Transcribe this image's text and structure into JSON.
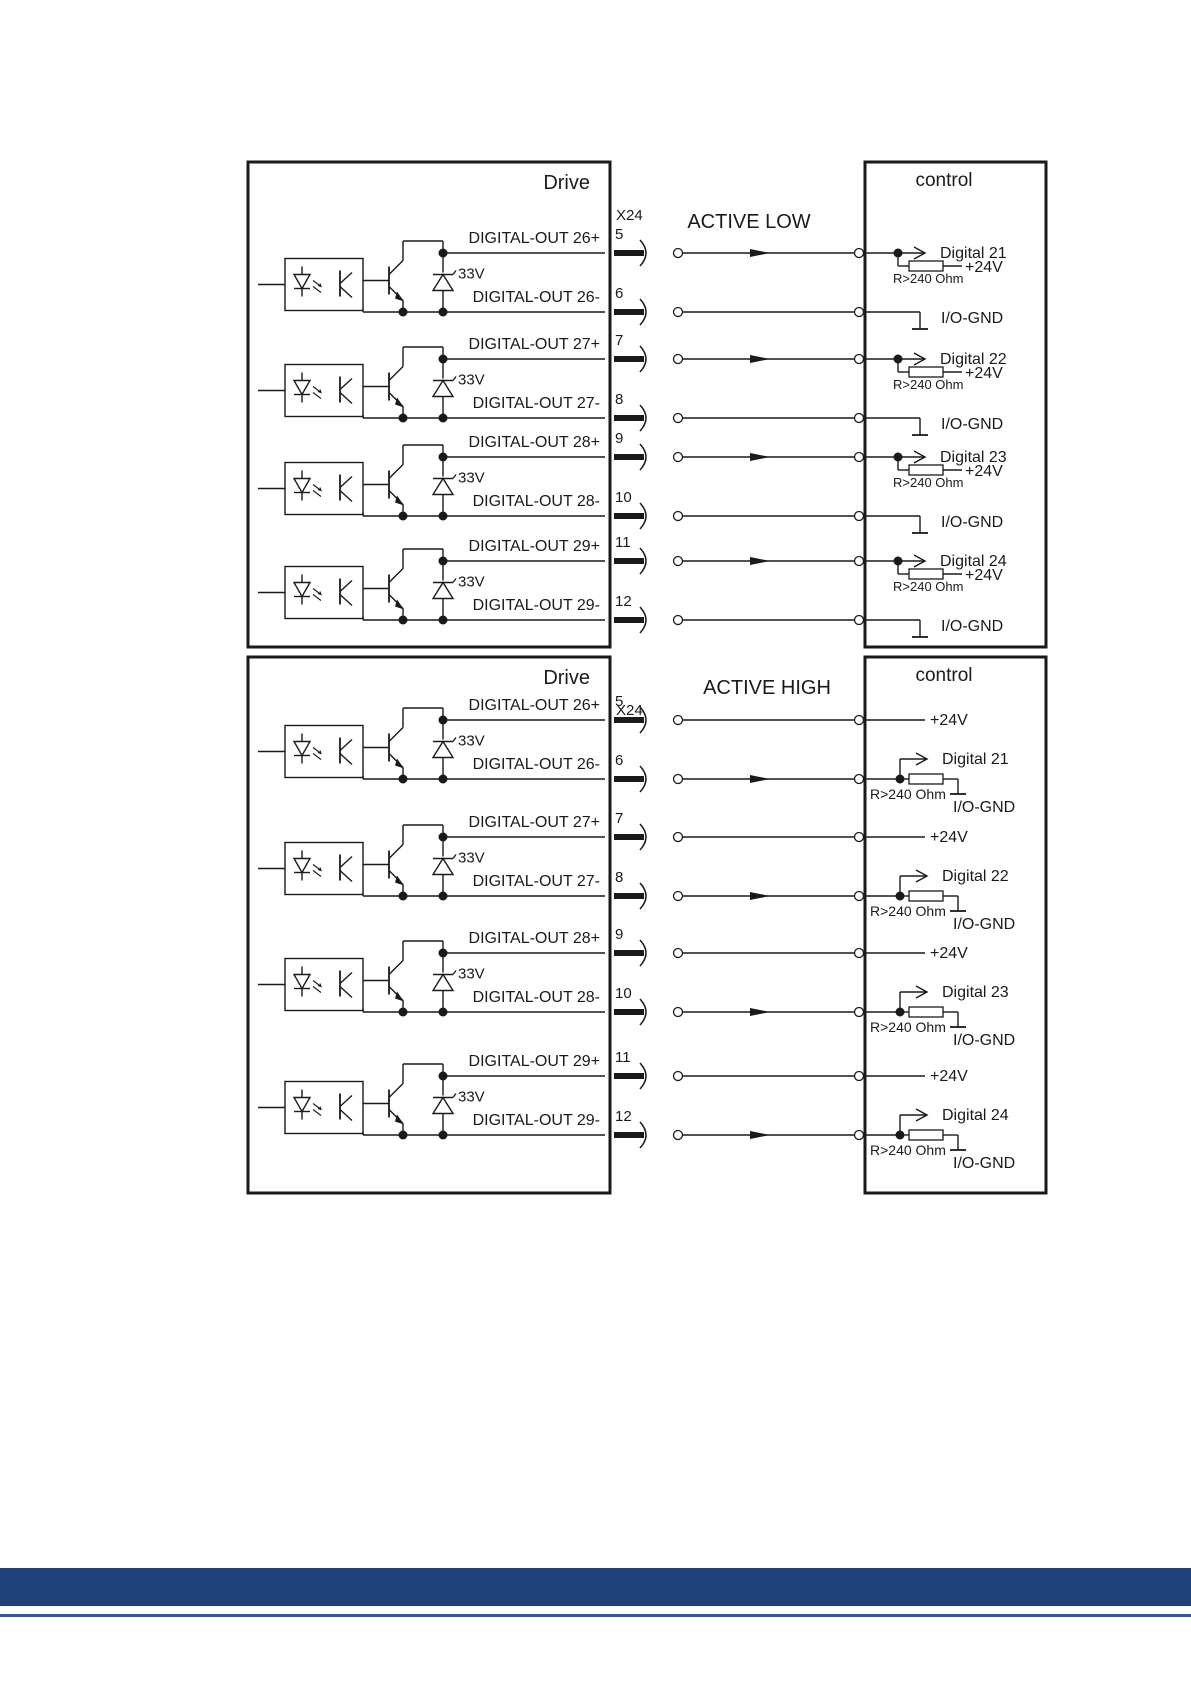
{
  "colors": {
    "line": "#1a1a1a",
    "band": "#1f4279",
    "band_line": "#2c5aa0"
  },
  "connector": "X24",
  "panels": [
    {
      "mode": "low",
      "drive_label": "Drive",
      "control_label": "control",
      "title": "ACTIVE LOW",
      "channels": [
        {
          "out_plus": "DIGITAL-OUT 26+",
          "out_minus": "DIGITAL-OUT 26-",
          "pin_plus": "5",
          "pin_minus": "6",
          "zener": "33V",
          "input": "Digital 21",
          "supply": "+24V",
          "resistor": "R>240 Ohm",
          "gnd": "I/O-GND"
        },
        {
          "out_plus": "DIGITAL-OUT 27+",
          "out_minus": "DIGITAL-OUT 27-",
          "pin_plus": "7",
          "pin_minus": "8",
          "zener": "33V",
          "input": "Digital 22",
          "supply": "+24V",
          "resistor": "R>240 Ohm",
          "gnd": "I/O-GND"
        },
        {
          "out_plus": "DIGITAL-OUT 28+",
          "out_minus": "DIGITAL-OUT 28-",
          "pin_plus": "9",
          "pin_minus": "10",
          "zener": "33V",
          "input": "Digital 23",
          "supply": "+24V",
          "resistor": "R>240 Ohm",
          "gnd": "I/O-GND"
        },
        {
          "out_plus": "DIGITAL-OUT 29+",
          "out_minus": "DIGITAL-OUT 29-",
          "pin_plus": "11",
          "pin_minus": "12",
          "zener": "33V",
          "input": "Digital 24",
          "supply": "+24V",
          "resistor": "R>240 Ohm",
          "gnd": "I/O-GND"
        }
      ]
    },
    {
      "mode": "high",
      "drive_label": "Drive",
      "control_label": "control",
      "title": "ACTIVE HIGH",
      "channels": [
        {
          "out_plus": "DIGITAL-OUT 26+",
          "out_minus": "DIGITAL-OUT 26-",
          "pin_plus": "5",
          "pin_minus": "6",
          "zener": "33V",
          "input": "Digital 21",
          "supply": "+24V",
          "resistor": "R>240 Ohm",
          "gnd": "I/O-GND"
        },
        {
          "out_plus": "DIGITAL-OUT 27+",
          "out_minus": "DIGITAL-OUT 27-",
          "pin_plus": "7",
          "pin_minus": "8",
          "zener": "33V",
          "input": "Digital 22",
          "supply": "+24V",
          "resistor": "R>240 Ohm",
          "gnd": "I/O-GND"
        },
        {
          "out_plus": "DIGITAL-OUT 28+",
          "out_minus": "DIGITAL-OUT 28-",
          "pin_plus": "9",
          "pin_minus": "10",
          "zener": "33V",
          "input": "Digital 23",
          "supply": "+24V",
          "resistor": "R>240 Ohm",
          "gnd": "I/O-GND"
        },
        {
          "out_plus": "DIGITAL-OUT 29+",
          "out_minus": "DIGITAL-OUT 29-",
          "pin_plus": "11",
          "pin_minus": "12",
          "zener": "33V",
          "input": "Digital 24",
          "supply": "+24V",
          "resistor": "R>240 Ohm",
          "gnd": "I/O-GND"
        }
      ]
    }
  ]
}
